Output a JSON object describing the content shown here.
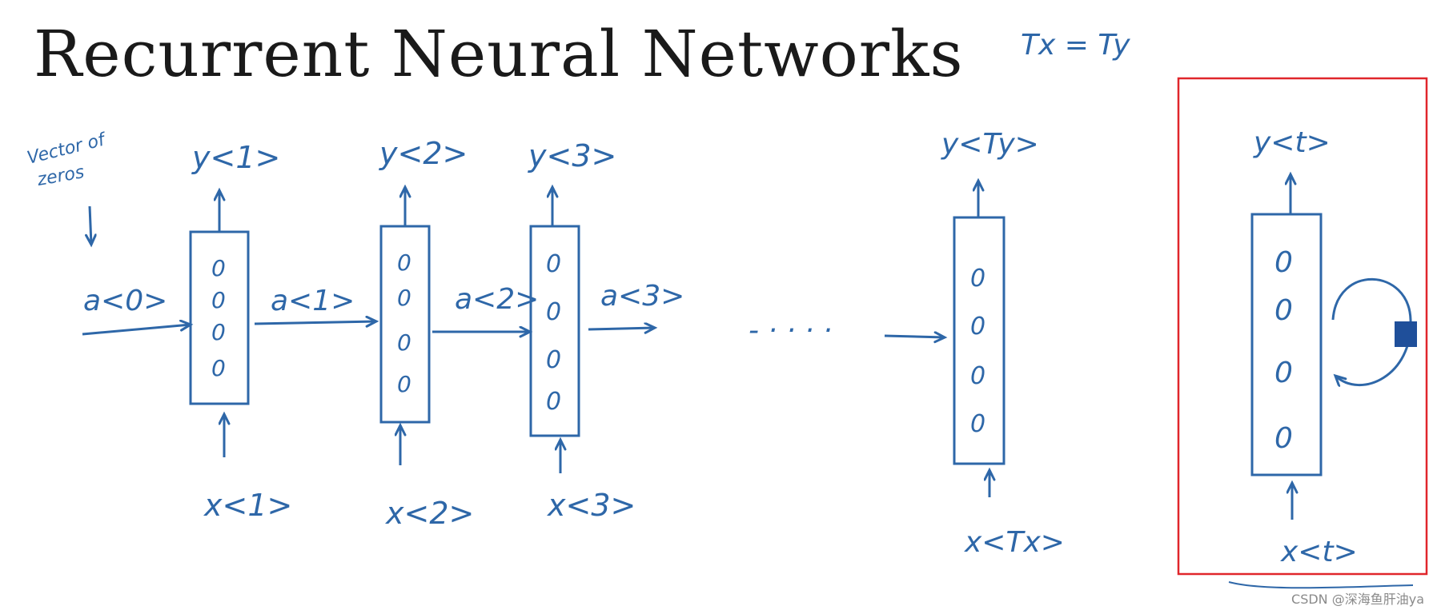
{
  "title": "Recurrent Neural Networks",
  "annotation_top": "Tx = Ty",
  "init_note": [
    "Vector of",
    "zeros"
  ],
  "init_activation": "a<0>",
  "units": [
    {
      "y_label": "y<1>",
      "x_label": "x<1>",
      "a_out": "a<1>",
      "nodes": [
        "0",
        "0",
        "0",
        "0"
      ]
    },
    {
      "y_label": "y<2>",
      "x_label": "x<2>",
      "a_out": "a<2>",
      "nodes": [
        "0",
        "0",
        "0",
        "0"
      ]
    },
    {
      "y_label": "y<3>",
      "x_label": "x<3>",
      "a_out": "a<3>",
      "nodes": [
        "0",
        "0",
        "0",
        "0"
      ]
    },
    {
      "y_label": "y<Ty>",
      "x_label": "x<Tx>",
      "a_out": "",
      "nodes": [
        "0",
        "0",
        "0",
        "0"
      ]
    }
  ],
  "ellipsis": "- · · · ·",
  "rolled": {
    "y_label": "y<t>",
    "x_label": "x<t>",
    "nodes": [
      "0",
      "0",
      "0",
      "0"
    ]
  },
  "colors": {
    "ink": "#2e67a8",
    "highlight": "#e0262b",
    "title": "#1a1a1a"
  },
  "watermark": "CSDN @深海鱼肝油ya"
}
